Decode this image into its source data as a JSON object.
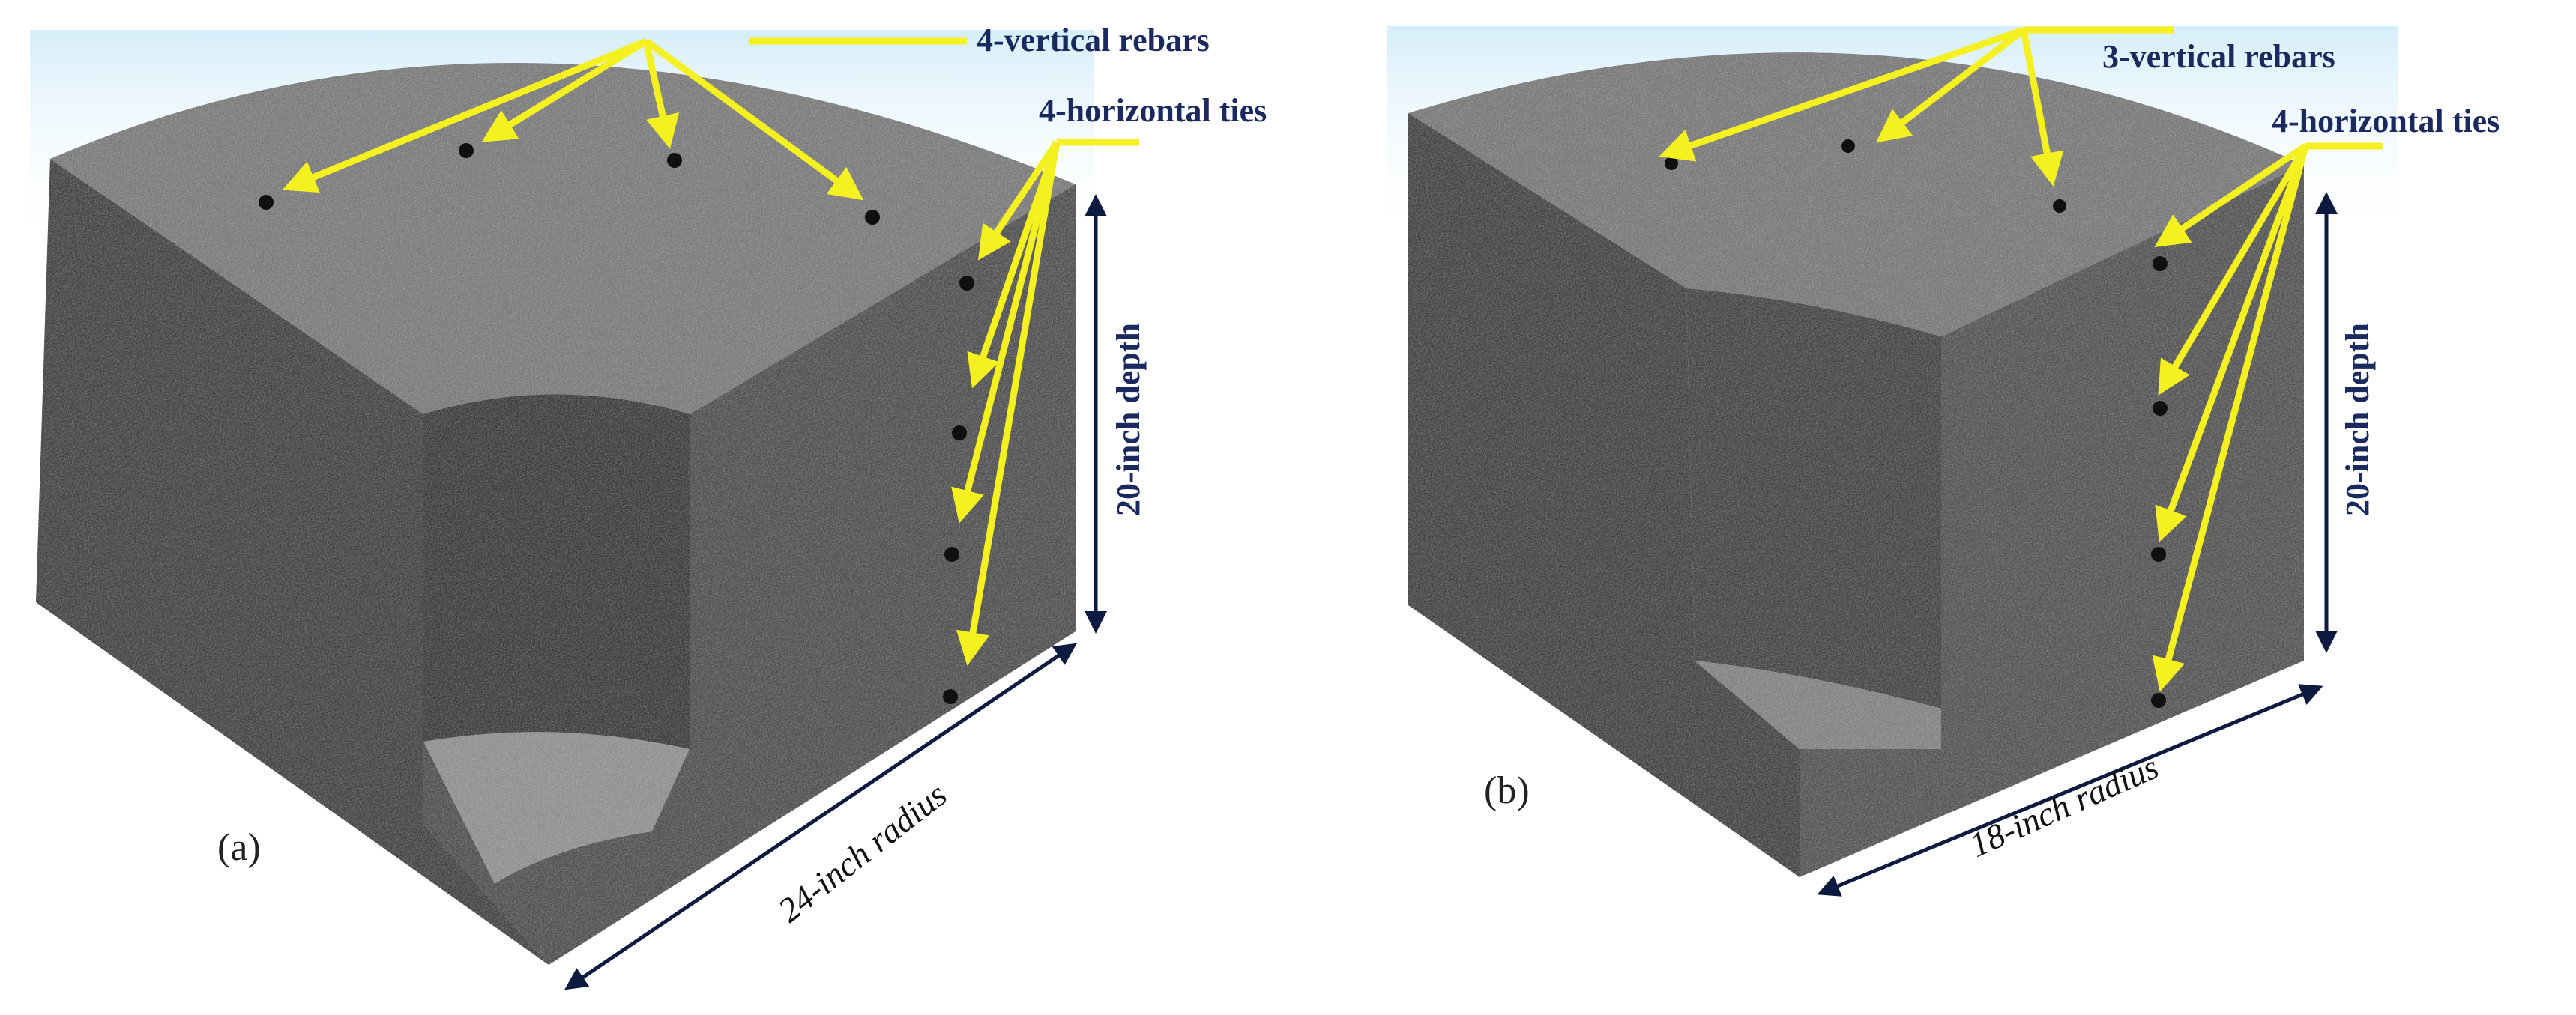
{
  "figure": {
    "panels": [
      {
        "id": "a",
        "tag": "(a)",
        "vertical_rebars_label": "4-vertical rebars",
        "horizontal_ties_label": "4-horizontal ties",
        "depth_label": "20-inch depth",
        "radius_label": "24-inch radius",
        "vertical_rebar_count": 4,
        "horizontal_tie_count": 4
      },
      {
        "id": "b",
        "tag": "(b)",
        "vertical_rebars_label": "3-vertical rebars",
        "horizontal_ties_label": "4-horizontal ties",
        "depth_label": "20-inch depth",
        "radius_label": "18-inch radius",
        "vertical_rebar_count": 3,
        "horizontal_tie_count": 4
      }
    ],
    "colors": {
      "annotation_arrow": "#f5f020",
      "label_text": "#1b2a5e",
      "concrete_top": "#6e6e6e",
      "concrete_side_dark": "#2e2e2e",
      "concrete_side_mid": "#4a4a4a",
      "sky_background": "#dff2fb",
      "dimension_arrow": "#0d1a40"
    }
  }
}
